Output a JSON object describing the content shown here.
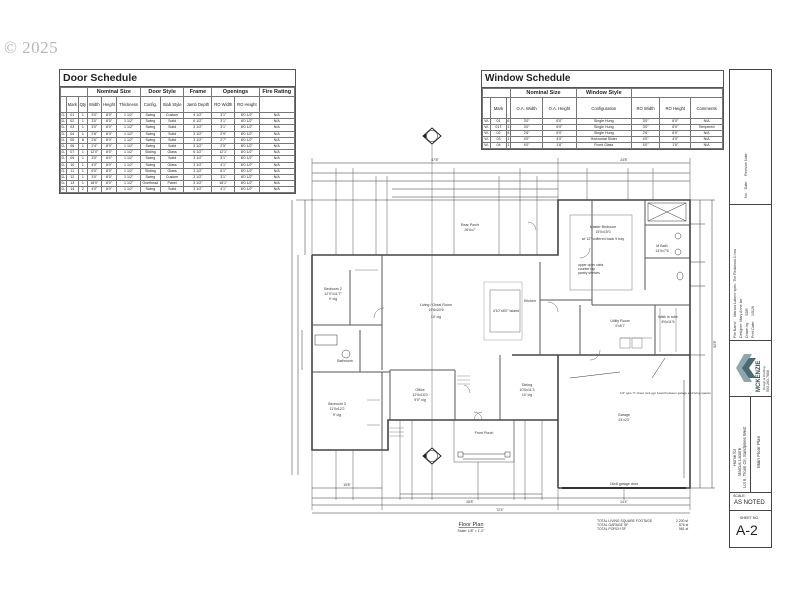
{
  "copyright": "© 2025",
  "door_schedule": {
    "title": "Door Schedule",
    "group_headers": [
      "Nominal Size",
      "Door Style",
      "Frame",
      "Openings",
      "Fire Rating"
    ],
    "columns": [
      "",
      "Mark",
      "Qty",
      "Width",
      "Height",
      "Thickness",
      "Config.",
      "Slab Style",
      "Jamb Depth",
      "RO Width",
      "RO Height",
      ""
    ],
    "rows": [
      [
        "D-",
        "01",
        "1",
        "3'0\"",
        "8'0\"",
        "1 1/2\"",
        "Swing",
        "Custom",
        "4 1/2\"",
        "3'1\"",
        "8'0 1/2\"",
        "N/A"
      ],
      [
        "D-",
        "02",
        "1",
        "3'0\"",
        "8'0\"",
        "1 1/2\"",
        "Swing",
        "Solid",
        "6 1/2\"",
        "3'1\"",
        "8'0 1/2\"",
        "N/A"
      ],
      [
        "D-",
        "03",
        "1",
        "3'0\"",
        "8'0\"",
        "1 1/2\"",
        "Swing",
        "Solid",
        "3 1/2\"",
        "3'1\"",
        "8'0 1/2\"",
        "N/A"
      ],
      [
        "D-",
        "04",
        "1",
        "2'8\"",
        "8'0\"",
        "1 1/2\"",
        "Swing",
        "Solid",
        "3 1/2\"",
        "2'9\"",
        "8'0 1/2\"",
        "N/A"
      ],
      [
        "D-",
        "05",
        "8",
        "2'6\"",
        "8'0\"",
        "1 1/2\"",
        "Swing",
        "Solid",
        "3 1/2\"",
        "2'7\"",
        "8'0 1/2\"",
        "N/A"
      ],
      [
        "D-",
        "06",
        "1",
        "2'4\"",
        "8'0\"",
        "1 1/2\"",
        "Swing",
        "Solid",
        "3 1/2\"",
        "2'5\"",
        "8'0 1/2\"",
        "N/A"
      ],
      [
        "D-",
        "07",
        "1",
        "12'0\"",
        "8'0\"",
        "1 1/2\"",
        "Sliding",
        "Glass",
        "6 1/2\"",
        "12'1\"",
        "8'0 1/2\"",
        "N/A"
      ],
      [
        "D-",
        "09",
        "1",
        "3'0\"",
        "8'0\"",
        "1 1/2\"",
        "Swing",
        "Solid",
        "3 1/2\"",
        "3'1\"",
        "8'0 1/2\"",
        "N/A"
      ],
      [
        "D-",
        "10",
        "1",
        "4'0\"",
        "8'0\"",
        "1 1/2\"",
        "Swing",
        "Glass",
        "3 1/2\"",
        "4'1\"",
        "8'0 1/2\"",
        "N/A"
      ],
      [
        "D-",
        "11",
        "1",
        "6'0\"",
        "8'0\"",
        "1 1/2\"",
        "Sliding",
        "Glass",
        "3 1/2\"",
        "6'1\"",
        "8'0 1/2\"",
        "N/A"
      ],
      [
        "D-",
        "12",
        "1",
        "3'0\"",
        "8'0\"",
        "1 1/2\"",
        "Swing",
        "Custom",
        "3 1/2\"",
        "3'1\"",
        "8'0 1/2\"",
        "N/A"
      ],
      [
        "D-",
        "13",
        "1",
        "18'0\"",
        "8'0\"",
        "1 1/2\"",
        "Overhead",
        "Panel",
        "3 1/2\"",
        "18'1\"",
        "8'0 1/2\"",
        "N/A"
      ],
      [
        "D-",
        "14",
        "2",
        "4'0\"",
        "8'0\"",
        "1 1/2\"",
        "Swing",
        "Solid",
        "3 1/2\"",
        "4'1\"",
        "8'0 1/2\"",
        "N/A"
      ]
    ]
  },
  "window_schedule": {
    "title": "Window Schedule",
    "group_headers": [
      "Nominal Size",
      "Window Style"
    ],
    "columns": [
      "",
      "Mark",
      "",
      "O.A. Width",
      "O.A. Height",
      "Configuration",
      "RO Width",
      "RO Height",
      "Comments"
    ],
    "rows": [
      [
        "W-",
        "01",
        "6",
        "3'0\"",
        "6'0\"",
        "Single Hung",
        "3'0\"",
        "6'0\"",
        "N/A"
      ],
      [
        "W-",
        "01T",
        "1",
        "3'0\"",
        "6'0\"",
        "Single Hung",
        "3'0\"",
        "6'0\"",
        "Tempered"
      ],
      [
        "W-",
        "02",
        "8",
        "2'6\"",
        "6'0\"",
        "Single Hung",
        "2'6\"",
        "6'0\"",
        "N/A"
      ],
      [
        "W-",
        "03",
        "1",
        "4'0\"",
        "4'0\"",
        "Horizontal Slider",
        "4'0\"",
        "4'0\"",
        "N/A"
      ],
      [
        "W-",
        "04",
        "1",
        "4'0\"",
        "1'6\"",
        "Fixed Glass",
        "4'0\"",
        "1'6\"",
        "N/A"
      ]
    ]
  },
  "floor_plan": {
    "title": "Floor Plan",
    "scale": "Scale: 1/8\" = 1'-0\"",
    "rooms": [
      {
        "name": "Bedroom 2",
        "size": "12'0\"x11'7\"",
        "ceiling": "9' clg"
      },
      {
        "name": "Living / Great Room",
        "size": "19'6x20'6",
        "ceiling": "10' clg"
      },
      {
        "name": "Kitchen",
        "size": "",
        "ceiling": ""
      },
      {
        "name": "Master Bedroom",
        "size": "15'0x15'0",
        "ceiling": "w/ 12\" coffered back 9 tray"
      },
      {
        "name": "M Bath",
        "size": "14'0x7'6",
        "ceiling": ""
      },
      {
        "name": "Utility Room",
        "size": "9'x6'7",
        "ceiling": ""
      },
      {
        "name": "Walk in robe",
        "size": "8'0x11'5",
        "ceiling": ""
      },
      {
        "name": "Bathroom",
        "size": "",
        "ceiling": ""
      },
      {
        "name": "Office",
        "size": "12'0x10'0",
        "ceiling": "9'0\" clg"
      },
      {
        "name": "Bedroom 3",
        "size": "11'0x12'2",
        "ceiling": "9' clg"
      },
      {
        "name": "Dining",
        "size": "10'0x11'3",
        "ceiling": "10' clg"
      },
      {
        "name": "Garage",
        "size": "24'x23'",
        "ceiling": ""
      },
      {
        "name": "Rear Porch",
        "size": "26'0x7'",
        "ceiling": ""
      },
      {
        "name": "Front Porch",
        "size": "",
        "ceiling": ""
      }
    ],
    "notes": {
      "kitchen_island": "4'10\"x8'0\" Island",
      "upper_cabinets": "upper open cabs",
      "counter_top": "counter top",
      "pantry": "pantry shelves",
      "garage_note": "1/2\" type 'X' sheet rock gyp board between garage and living spaces",
      "garage_door": "16x8 garage door"
    },
    "dimensions": {
      "overall": "72'4\"",
      "top_main": "47'8\"",
      "top_right": "24'8\"",
      "bottom_left": "19'8\"",
      "bottom_mid": "28'8\"",
      "bottom_right": "24'4\"",
      "right_depth": "52'8\""
    },
    "totals": [
      {
        "label": "TOTAL LIVING SQUARE FOOTAGE",
        "value": "2,200 sf"
      },
      {
        "label": "TOTAL GARAGE SF",
        "value": "576 sf"
      },
      {
        "label": "TOTAL PORCH SF",
        "value": "561 sf"
      }
    ]
  },
  "title_block": {
    "revision_header": [
      "No.",
      "Date:",
      "Revision Note:"
    ],
    "file_name_label": "File Name:",
    "file_name": "Marcus Latorre spec. The Redwood-3.mcs",
    "designer_label": "Designer:",
    "designer": "Mary Anne Ike",
    "drawn_by_label": "Drawn by:",
    "drawn_by": "SDR",
    "date_label": "Print Date:",
    "date": "1/5/26",
    "company": "MCKENZIE",
    "company_sub": "Design & Drafting",
    "phone": "503.263.7606",
    "project_line1": "Home for",
    "project_line2": "Marcus Latorre",
    "project_line3": "Lot 6, Troon Cir, Sandpines West",
    "sheet_title": "Main Floor Plan",
    "scale_label": "SCALE:",
    "scale_value": "AS NOTED",
    "sheet_no_label": "SHEET NO.",
    "sheet_no": "A-2"
  },
  "colors": {
    "line": "#333333",
    "wall": "#555555",
    "logo": "#4a6a74",
    "logo_light": "#8fa6ad",
    "copyright": "#b8b8b8"
  }
}
